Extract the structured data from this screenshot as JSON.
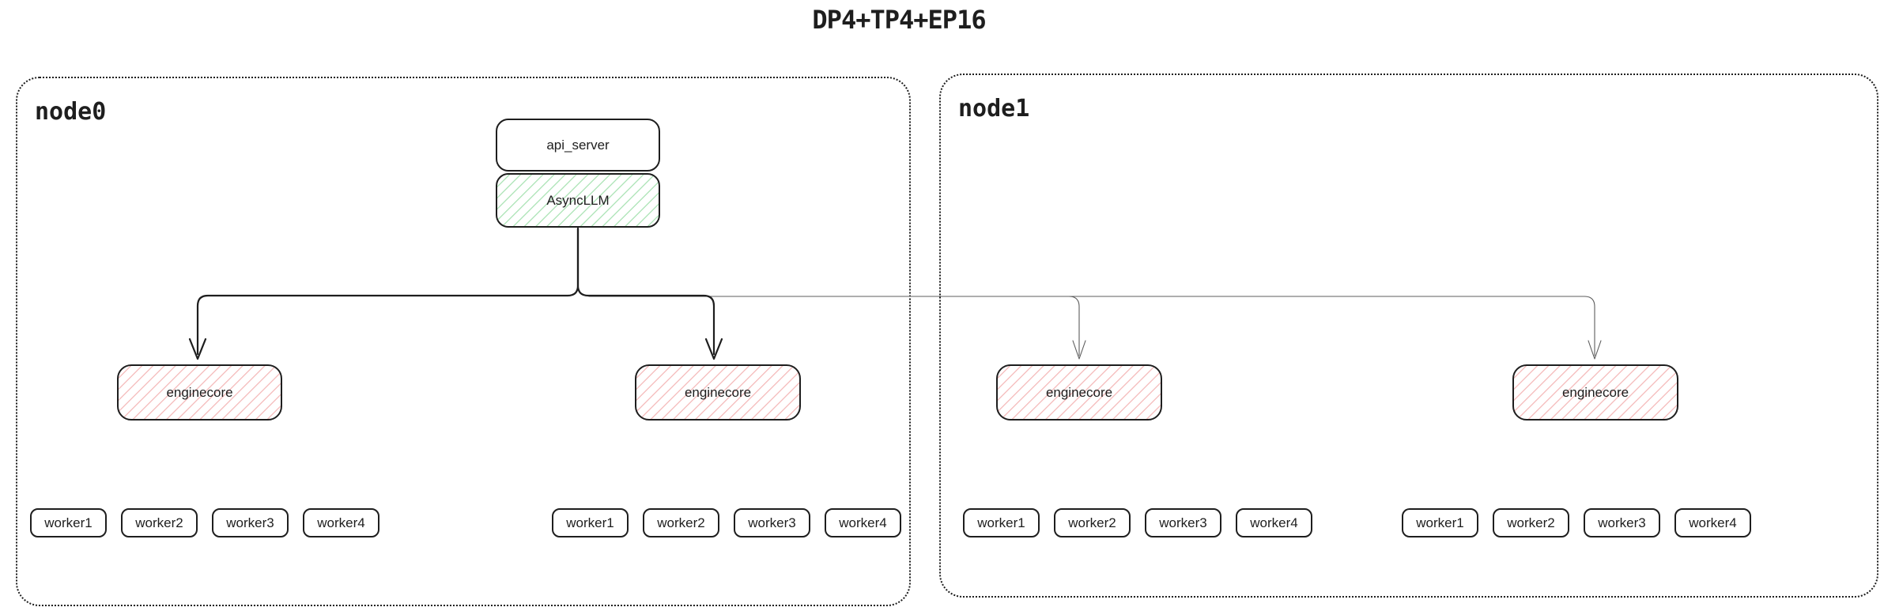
{
  "title": "DP4+TP4+EP16",
  "node0": {
    "label": "node0"
  },
  "node1": {
    "label": "node1"
  },
  "boxes": {
    "api_server": "api_server",
    "asyncllm": "AsyncLLM",
    "enginecore": "enginecore"
  },
  "workers": [
    "worker1",
    "worker2",
    "worker3",
    "worker4"
  ],
  "colors": {
    "stroke": "#1e1e1e",
    "green_hatch": "#40c057",
    "red_hatch": "#e03131",
    "thin_arrow": "#5c5c5c",
    "background": "#ffffff"
  }
}
